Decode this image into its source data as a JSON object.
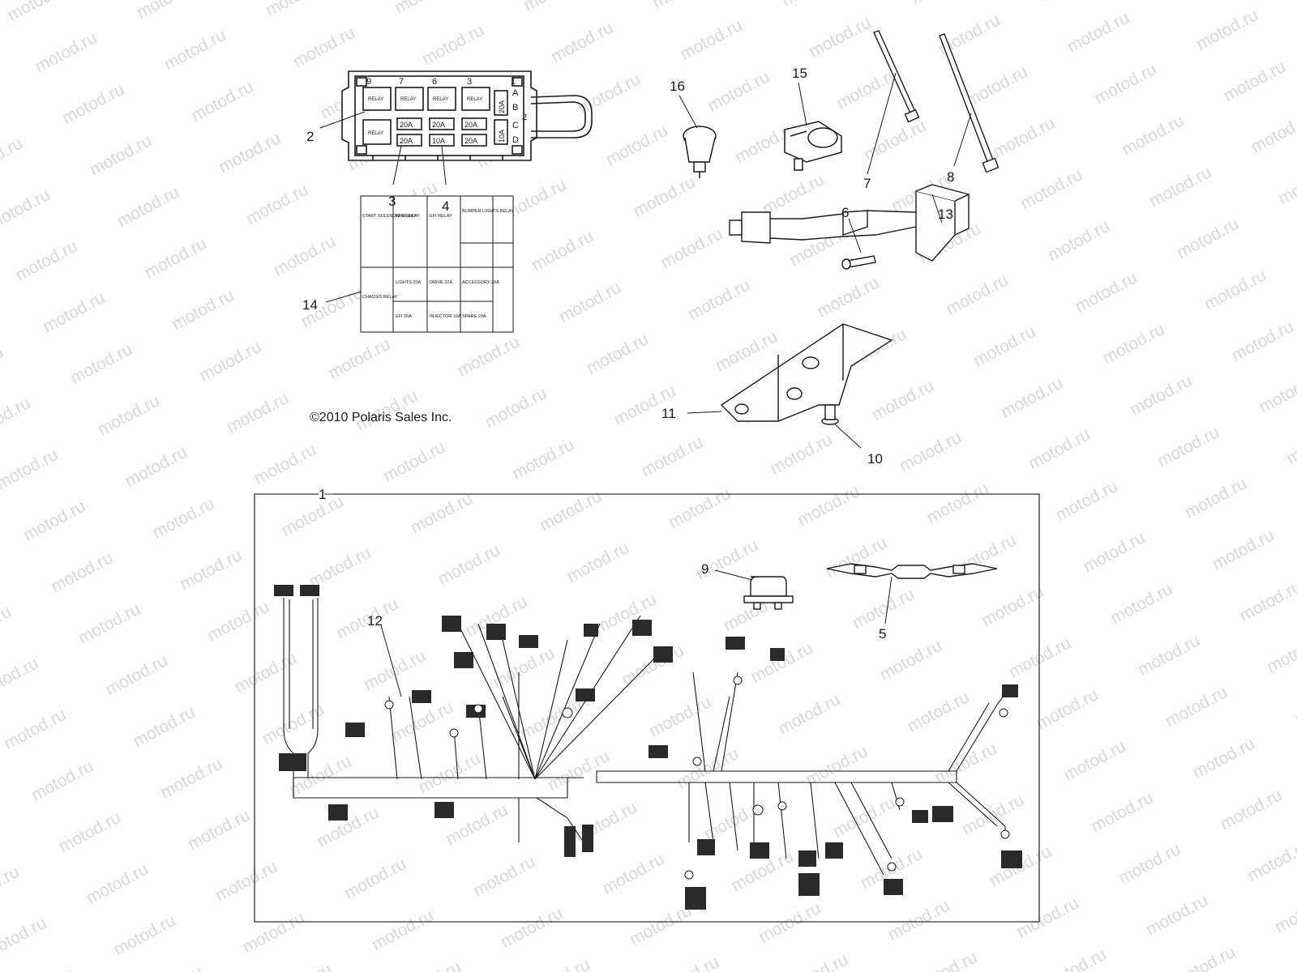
{
  "watermark": {
    "text": "motod.ru",
    "color": "#d8d8d8"
  },
  "copyright": "©2010 Polaris Sales Inc.",
  "callouts": {
    "c1": "1",
    "c2": "2",
    "c3": "3",
    "c4": "4",
    "c5": "5",
    "c6": "6",
    "c7": "7",
    "c8": "8",
    "c9": "9",
    "c10": "10",
    "c11": "11",
    "c12": "12",
    "c13": "13",
    "c14": "14",
    "c15": "15",
    "c16": "16"
  },
  "fuse_box": {
    "top_numbers": [
      "9",
      "7",
      "6",
      "3",
      "1"
    ],
    "side_letters": [
      "A",
      "B",
      "C",
      "D"
    ],
    "side_number": "2",
    "relay_label": "RELAY",
    "fuse_labels": [
      "20A",
      "20A",
      "20A",
      "20A",
      "10A",
      "20A"
    ],
    "side_fuses": [
      "20A",
      "10A"
    ]
  },
  "decal": {
    "cells": [
      "START SOLENOID RELAY",
      "FAN RELAY",
      "EFI RELAY",
      "BUMPER LIGHTS RELAY",
      "CHASSIS RELAY",
      "LIGHTS 20A",
      "DRIVE 20A",
      "ACCESSORY 20A",
      "EFI 20A",
      "INJECTOR 10A",
      "SPARE 20A"
    ]
  },
  "colors": {
    "line": "#1a1a1a",
    "frame": "#333333"
  }
}
